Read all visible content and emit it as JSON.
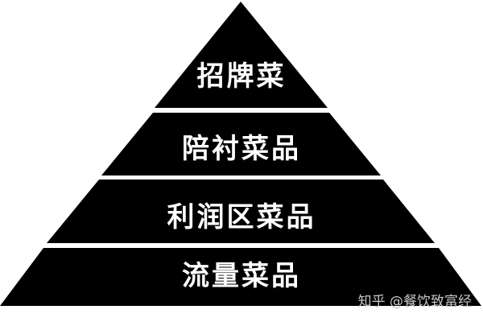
{
  "pyramid": {
    "tiers": [
      {
        "label": "招牌菜"
      },
      {
        "label": "陪衬菜品"
      },
      {
        "label": "利润区菜品"
      },
      {
        "label": "流量菜品"
      }
    ],
    "fill_color": "#000000",
    "text_color": "#ffffff"
  },
  "watermark": {
    "text": "知乎 @餐饮致富经"
  }
}
